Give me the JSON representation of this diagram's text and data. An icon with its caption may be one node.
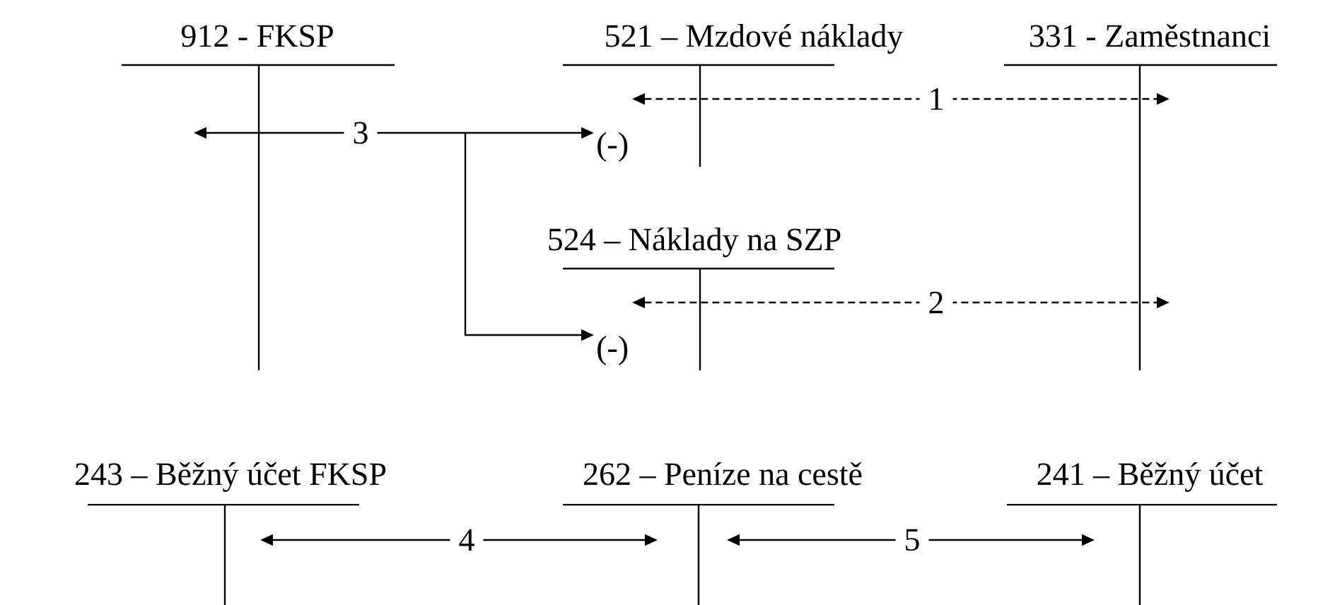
{
  "diagram": {
    "nodes": [
      {
        "text": [
          "912 - FKSP"
        ]
      },
      {
        "text": [
          "521 – Mzdové náklady"
        ]
      },
      {
        "text": [
          "331 - Zaměstnanci"
        ]
      },
      {
        "text": [
          "524 – Náklady na SZP"
        ]
      },
      {
        "text": [
          "243 – Běžný účet FKSP"
        ]
      },
      {
        "text": [
          "262 – Peníze na cestě"
        ]
      },
      {
        "text": [
          "241 – Běžný účet"
        ]
      }
    ],
    "edges": [
      {
        "from": 1,
        "to": 2,
        "arrow": "both",
        "label": "1",
        "style": "dashed"
      },
      {
        "from": 3,
        "to": 2,
        "arrow": "both",
        "label": "2",
        "style": "dashed"
      },
      {
        "from": 0,
        "to": 1,
        "arrow": "both",
        "label": "3"
      },
      {
        "from": 0,
        "to": 3,
        "arrow": "both"
      },
      {
        "from": 4,
        "to": 5,
        "arrow": "both",
        "label": "4"
      },
      {
        "from": 5,
        "to": 6,
        "arrow": "both",
        "label": "5"
      }
    ],
    "labels": [
      "(-)",
      "(-)"
    ]
  }
}
